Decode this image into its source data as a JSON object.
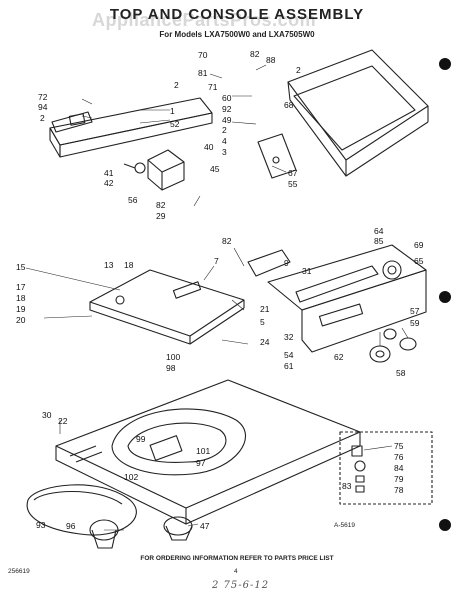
{
  "header": {
    "title": "TOP AND CONSOLE ASSEMBLY",
    "subtitle": "For Models LXA7500W0 and LXA7505W0",
    "watermark": "AppliancePartsPros.com"
  },
  "footer": {
    "ordering_note": "FOR ORDERING INFORMATION REFER TO PARTS PRICE LIST",
    "page_number": "4",
    "doc_code": "256619",
    "figure_code": "A-5619",
    "handwritten": "2 75-6-12"
  },
  "callouts": [
    "70",
    "82",
    "88",
    "81",
    "2",
    "71",
    "60",
    "92",
    "2",
    "68",
    "49",
    "2",
    "4",
    "3",
    "67",
    "55",
    "72",
    "94",
    "2",
    "1",
    "52",
    "40",
    "41",
    "42",
    "45",
    "56",
    "82",
    "29",
    "64",
    "85",
    "69",
    "65",
    "82",
    "9",
    "31",
    "15",
    "13",
    "18",
    "7",
    "17",
    "18",
    "19",
    "20",
    "21",
    "5",
    "24",
    "32",
    "57",
    "59",
    "54",
    "61",
    "62",
    "58",
    "100",
    "98",
    "30",
    "22",
    "99",
    "101",
    "97",
    "102",
    "75",
    "76",
    "84",
    "79",
    "78",
    "83",
    "93",
    "96",
    "47"
  ],
  "colors": {
    "ink": "#111111",
    "paper": "#ffffff",
    "watermark": "#b8b8b8",
    "punch_hole": "#111111"
  }
}
